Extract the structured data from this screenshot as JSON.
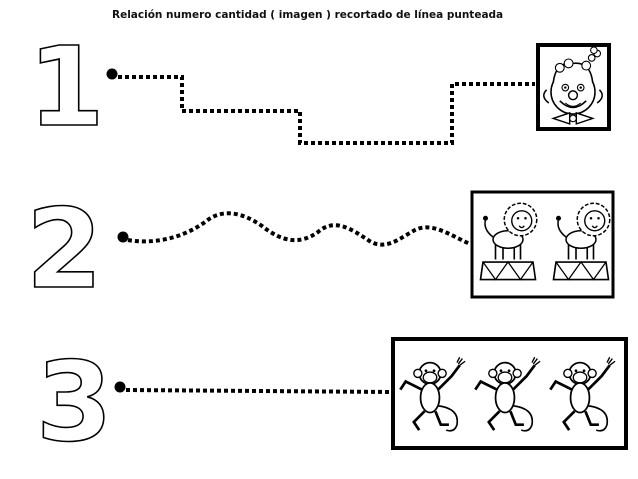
{
  "worksheet": {
    "title": "Relación numero cantidad ( imagen ) recortado de línea punteada",
    "rows": [
      {
        "number": "1",
        "picture": "clown-icon",
        "count": 1,
        "path": "steps"
      },
      {
        "number": "2",
        "picture": "lion-on-pedestal-icon",
        "count": 2,
        "path": "wave"
      },
      {
        "number": "3",
        "picture": "monkey-icon",
        "count": 3,
        "path": "straight"
      }
    ]
  },
  "colors": {
    "ink": "#000000",
    "paper": "#ffffff"
  }
}
